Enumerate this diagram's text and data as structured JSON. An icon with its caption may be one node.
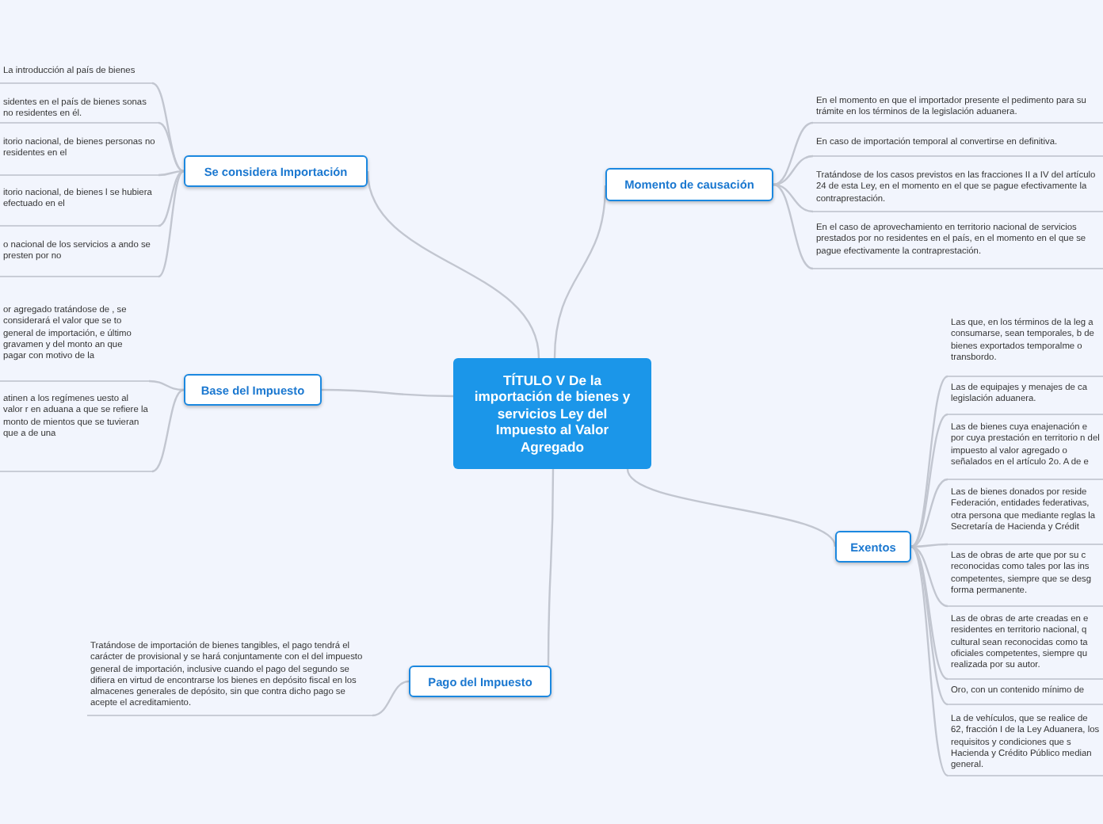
{
  "diagram": {
    "nodes": [
      {
        "text": [
          "TÍTULO V De la importación de bienes y servicios Ley del Impuesto al Valor Agregado"
        ]
      },
      {
        "text": [
          "Se considera Importación"
        ]
      },
      {
        "text": [
          "La introducción al país de bienes"
        ]
      },
      {
        "text": [
          "sidentes en el país de bienes sonas no residentes en él."
        ]
      },
      {
        "text": [
          "itorio nacional, de bienes personas no residentes en el"
        ]
      },
      {
        "text": [
          "itorio nacional, de bienes l se hubiera efectuado en el"
        ]
      },
      {
        "text": [
          "o nacional de los servicios a ando se presten por no"
        ]
      },
      {
        "text": [
          "Base del Impuesto"
        ]
      },
      {
        "text": [
          "or agregado tratándose de , se considerará el valor que se to general de importación, e último gravamen y del monto an que pagar con motivo de la"
        ]
      },
      {
        "text": [
          "atinen a los regímenes uesto al valor r en aduana a que se refiere la monto de mientos que se tuvieran que a de una"
        ]
      },
      {
        "text": [
          "Momento de causación"
        ]
      },
      {
        "text": [
          "En el momento en que el importador presente el pedimento para su trámite en los términos de la legislación aduanera."
        ]
      },
      {
        "text": [
          "En caso de importación temporal al convertirse en definitiva."
        ]
      },
      {
        "text": [
          "Tratándose de los casos previstos en las fracciones II a IV del artículo 24 de esta Ley, en el momento en el que se pague efectivamente la contraprestación."
        ]
      },
      {
        "text": [
          "En el caso de aprovechamiento en territorio nacional de servicios prestados por no residentes en el país, en el momento en el que se pague efectivamente la contraprestación."
        ]
      },
      {
        "text": [
          "Exentos"
        ]
      },
      {
        "text": [
          "Las que, en los términos de la leg a consumarse, sean temporales, b de bienes exportados temporalme o transbordo."
        ]
      },
      {
        "text": [
          "Las de equipajes y menajes de ca legislación aduanera."
        ]
      },
      {
        "text": [
          "Las de bienes cuya enajenación e por cuya prestación en territorio n del impuesto al valor agregado o señalados en el artículo 2o. A de e"
        ]
      },
      {
        "text": [
          "Las de bienes donados por reside Federación, entidades federativas, otra persona que mediante reglas la Secretaría de Hacienda y Crédit"
        ]
      },
      {
        "text": [
          "Las de obras de arte que por su c reconocidas como tales por las ins competentes, siempre que se desg forma permanente."
        ]
      },
      {
        "text": [
          "Las de obras de arte creadas en e residentes en territorio nacional, q cultural sean reconocidas como ta oficiales competentes, siempre qu realizada por su autor."
        ]
      },
      {
        "text": [
          "Oro, con un contenido mínimo de"
        ]
      },
      {
        "text": [
          "La de vehículos, que se realice de 62, fracción I de la Ley Aduanera, los requisitos y condiciones que s Hacienda y Crédito Público median general."
        ]
      },
      {
        "text": [
          "Pago del Impuesto"
        ]
      },
      {
        "text": [
          "Tratándose de importación de bienes tangibles, el pago tendrá el carácter de provisional y se hará conjuntamente con el del impuesto general de importación, inclusive cuando el pago del segundo se difiera en virtud de encontrarse los bienes en depósito fiscal en los almacenes generales de depósito, sin que contra dicho pago se acepte el acreditamiento."
        ]
      }
    ],
    "edges": [
      {
        "from": 0,
        "to": 1,
        "arrow": "none"
      },
      {
        "from": 1,
        "to": 2,
        "arrow": "none"
      },
      {
        "from": 1,
        "to": 3,
        "arrow": "none"
      },
      {
        "from": 1,
        "to": 4,
        "arrow": "none"
      },
      {
        "from": 1,
        "to": 5,
        "arrow": "none"
      },
      {
        "from": 1,
        "to": 6,
        "arrow": "none"
      },
      {
        "from": 0,
        "to": 7,
        "arrow": "none"
      },
      {
        "from": 7,
        "to": 8,
        "arrow": "none"
      },
      {
        "from": 7,
        "to": 9,
        "arrow": "none"
      },
      {
        "from": 0,
        "to": 10,
        "arrow": "none"
      },
      {
        "from": 10,
        "to": 11,
        "arrow": "none"
      },
      {
        "from": 10,
        "to": 12,
        "arrow": "none"
      },
      {
        "from": 10,
        "to": 13,
        "arrow": "none"
      },
      {
        "from": 10,
        "to": 14,
        "arrow": "none"
      },
      {
        "from": 0,
        "to": 15,
        "arrow": "none"
      },
      {
        "from": 15,
        "to": 16,
        "arrow": "none"
      },
      {
        "from": 15,
        "to": 17,
        "arrow": "none"
      },
      {
        "from": 15,
        "to": 18,
        "arrow": "none"
      },
      {
        "from": 15,
        "to": 19,
        "arrow": "none"
      },
      {
        "from": 15,
        "to": 20,
        "arrow": "none"
      },
      {
        "from": 15,
        "to": 21,
        "arrow": "none"
      },
      {
        "from": 15,
        "to": 22,
        "arrow": "none"
      },
      {
        "from": 15,
        "to": 23,
        "arrow": "none"
      },
      {
        "from": 0,
        "to": 24,
        "arrow": "none"
      },
      {
        "from": 24,
        "to": 25,
        "arrow": "none"
      }
    ]
  }
}
